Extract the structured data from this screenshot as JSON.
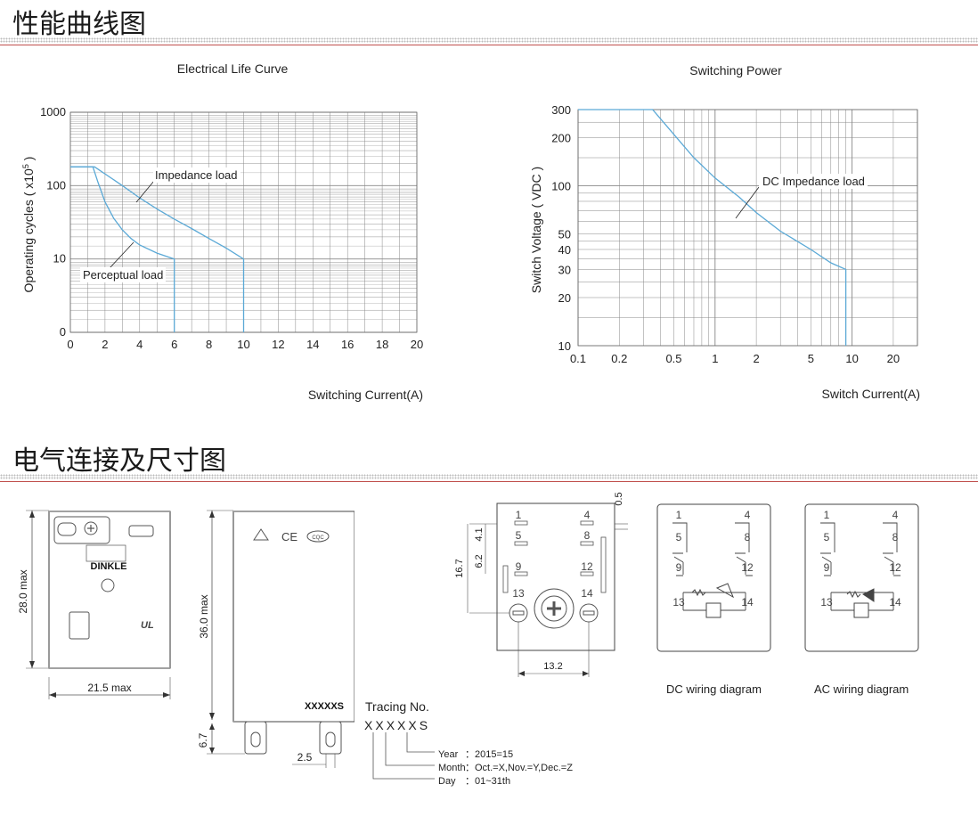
{
  "sections": {
    "perf_title": "性能曲线图",
    "wiring_title": "电气连接及尺寸图"
  },
  "colors": {
    "curve": "#5ba9d6",
    "grid": "#888888",
    "rule": "#c0504d"
  },
  "chart_data": [
    {
      "type": "line",
      "title": "Electrical Life Curve",
      "xlabel": "Switching Current(A)",
      "ylabel": "Operating cycles ( x10⁵ )",
      "ylabel_main": "Operating cycles ( x10",
      "ylabel_sup": "5",
      "ylabel_tail": " )",
      "xlim": [
        0,
        20
      ],
      "ylim": [
        1,
        1000
      ],
      "yscale": "log",
      "xticks": [
        "0",
        "2",
        "4",
        "6",
        "8",
        "10",
        "12",
        "14",
        "16",
        "18",
        "20"
      ],
      "yticks": [
        {
          "value": 1,
          "label": "0"
        },
        {
          "value": 10,
          "label": "10"
        },
        {
          "value": 100,
          "label": "100"
        },
        {
          "value": 1000,
          "label": "1000"
        }
      ],
      "grid": true,
      "series": [
        {
          "name": "Impedance load",
          "x": [
            0,
            1.4,
            3,
            4,
            5,
            6,
            7,
            8,
            9,
            10,
            10,
            10
          ],
          "y": [
            180,
            180,
            100,
            68,
            48,
            35,
            26,
            19,
            14,
            10,
            5,
            1
          ]
        },
        {
          "name": "Perceptual load",
          "x": [
            0,
            1.3,
            1.6,
            2,
            2.5,
            3,
            3.5,
            4,
            5,
            6,
            6,
            6
          ],
          "y": [
            180,
            180,
            110,
            60,
            36,
            25,
            19,
            15.5,
            12,
            10,
            5,
            1
          ]
        }
      ]
    },
    {
      "type": "line",
      "title": "Switching Power",
      "xlabel": "Switch Current(A)",
      "ylabel": "Switch Voltage ( VDC )",
      "xlim": [
        0.1,
        30
      ],
      "ylim": [
        10,
        300
      ],
      "xscale": "log",
      "yscale": "log",
      "xticks": [
        {
          "value": 0.1,
          "label": "0.1"
        },
        {
          "value": 0.2,
          "label": "0.2"
        },
        {
          "value": 0.5,
          "label": "0.5"
        },
        {
          "value": 1,
          "label": "1"
        },
        {
          "value": 2,
          "label": "2"
        },
        {
          "value": 5,
          "label": "5"
        },
        {
          "value": 10,
          "label": "10"
        },
        {
          "value": 20,
          "label": "20"
        }
      ],
      "yticks": [
        {
          "value": 10,
          "label": "10"
        },
        {
          "value": 20,
          "label": "20"
        },
        {
          "value": 30,
          "label": "30"
        },
        {
          "value": 40,
          "label": "40"
        },
        {
          "value": 50,
          "label": "50"
        },
        {
          "value": 100,
          "label": "100"
        },
        {
          "value": 200,
          "label": "200"
        },
        {
          "value": 300,
          "label": "300"
        }
      ],
      "grid": true,
      "series": [
        {
          "name": "DC Impedance load",
          "x": [
            0.1,
            0.35,
            0.5,
            0.7,
            1,
            1.5,
            2,
            3,
            5,
            7,
            9,
            9
          ],
          "y": [
            300,
            300,
            210,
            150,
            112,
            85,
            68,
            52,
            40,
            33,
            30,
            10
          ]
        }
      ]
    }
  ],
  "relay": {
    "brand": "DINKLE",
    "ul_mark": "UL",
    "ce_mark": "CE",
    "cqc_mark": "CQC",
    "tracing_code": "XXXXXS",
    "dim_height": "28.0 max",
    "dim_width": "21.5 max",
    "dim_body": "36.0 max",
    "dim_pin": "6.7",
    "dim_pin_pitch": "2.5"
  },
  "tracing": {
    "label": "Tracing No.",
    "code_letters": [
      "X",
      "X",
      "X",
      "X",
      "X",
      "S"
    ],
    "rows": [
      {
        "key": "Year",
        "sep": "：",
        "value": "2015=15"
      },
      {
        "key": "Month",
        "sep": "：",
        "value": "Oct.=X,Nov.=Y,Dec.=Z"
      },
      {
        "key": "Day",
        "sep": "：",
        "value": "01~31th"
      }
    ]
  },
  "pins": {
    "labels": [
      "1",
      "4",
      "5",
      "8",
      "9",
      "12",
      "13",
      "14"
    ],
    "dim_top": "0.5",
    "dim_a": "4.1",
    "dim_b": "6.2",
    "dim_c": "16.7",
    "dim_d": "13.2"
  },
  "wiring": {
    "dc_caption": "DC wiring diagram",
    "ac_caption": "AC wiring diagram"
  }
}
